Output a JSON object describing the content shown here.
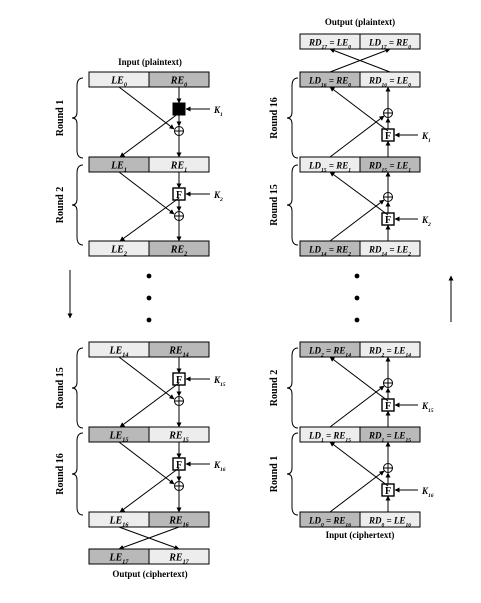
{
  "labels": {
    "enc_input": "Input (plaintext)",
    "enc_output": "Output (ciphertext)",
    "dec_output": "Output (plaintext)",
    "dec_input": "Input (ciphertext)",
    "f": "F",
    "ellipsis": "• • •"
  },
  "encryption": {
    "rounds": [
      "Round 1",
      "Round 2",
      "Round 15",
      "Round 16"
    ],
    "keys": [
      {
        "b": "K",
        "s": "1"
      },
      {
        "b": "K",
        "s": "2"
      },
      {
        "b": "K",
        "s": "15"
      },
      {
        "b": "K",
        "s": "16"
      }
    ],
    "rows": [
      [
        {
          "b": "LE",
          "s": "0"
        },
        {
          "b": "RE",
          "s": "0"
        }
      ],
      [
        {
          "b": "LE",
          "s": "1"
        },
        {
          "b": "RE",
          "s": "1"
        }
      ],
      [
        {
          "b": "LE",
          "s": "2"
        },
        {
          "b": "RE",
          "s": "2"
        }
      ],
      [
        {
          "b": "LE",
          "s": "14"
        },
        {
          "b": "RE",
          "s": "14"
        }
      ],
      [
        {
          "b": "LE",
          "s": "15"
        },
        {
          "b": "RE",
          "s": "15"
        }
      ],
      [
        {
          "b": "LE",
          "s": "16"
        },
        {
          "b": "RE",
          "s": "16"
        }
      ],
      [
        {
          "b": "LE",
          "s": "17"
        },
        {
          "b": "RE",
          "s": "17"
        }
      ]
    ]
  },
  "decryption": {
    "rounds": [
      "Round 16",
      "Round 15",
      "Round 2",
      "Round 1"
    ],
    "keys": [
      {
        "b": "K",
        "s": "1"
      },
      {
        "b": "K",
        "s": "2"
      },
      {
        "b": "K",
        "s": "15"
      },
      {
        "b": "K",
        "s": "16"
      }
    ],
    "rows": [
      [
        {
          "b": "RD",
          "s": "17",
          "e": " = LE",
          "es": "0"
        },
        {
          "b": "LD",
          "s": "17",
          "e": " = RE",
          "es": "0"
        }
      ],
      [
        {
          "b": "LD",
          "s": "16",
          "e": " = RE",
          "es": "0"
        },
        {
          "b": "RD",
          "s": "16",
          "e": " = LE",
          "es": "0"
        }
      ],
      [
        {
          "b": "LD",
          "s": "15",
          "e": " = RE",
          "es": "1"
        },
        {
          "b": "RD",
          "s": "15",
          "e": " = LE",
          "es": "1"
        }
      ],
      [
        {
          "b": "LD",
          "s": "14",
          "e": " = RE",
          "es": "2"
        },
        {
          "b": "RD",
          "s": "14",
          "e": " = LE",
          "es": "2"
        }
      ],
      [
        {
          "b": "LD",
          "s": "2",
          "e": " = RE",
          "es": "14"
        },
        {
          "b": "RD",
          "s": "2",
          "e": " = LE",
          "es": "14"
        }
      ],
      [
        {
          "b": "LD",
          "s": "1",
          "e": " = RE",
          "es": "15"
        },
        {
          "b": "RD",
          "s": "1",
          "e": " = LE",
          "es": "15"
        }
      ],
      [
        {
          "b": "LD",
          "s": "0",
          "e": " = RE",
          "es": "16"
        },
        {
          "b": "RD",
          "s": "0",
          "e": " = LE",
          "es": "16"
        }
      ]
    ]
  }
}
